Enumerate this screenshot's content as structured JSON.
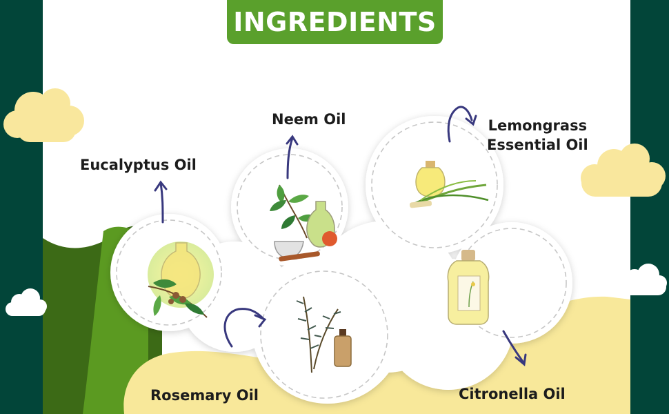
{
  "title": "INGREDIENTS",
  "colors": {
    "side_panel": "#024539",
    "title_green": "#5aa02c",
    "hill_light_green": "#5b9a21",
    "hill_dark_green": "#3c6a16",
    "cream": "#f8e89a",
    "cloud_yellow": "#f9e79d",
    "arrow": "#38387e",
    "dashed_outline": "#c6c6c6"
  },
  "ingredients": [
    {
      "name": "Eucalyptus Oil",
      "icon": "eucalyptus-oil-icon"
    },
    {
      "name": "Neem Oil",
      "icon": "neem-oil-icon"
    },
    {
      "name": "Lemongrass Essential Oil",
      "lines": [
        "Lemongrass",
        "Essential Oil"
      ],
      "icon": "lemongrass-oil-icon"
    },
    {
      "name": "Rosemary Oil",
      "icon": "rosemary-oil-icon"
    },
    {
      "name": "Citronella Oil",
      "icon": "citronella-oil-icon"
    }
  ]
}
